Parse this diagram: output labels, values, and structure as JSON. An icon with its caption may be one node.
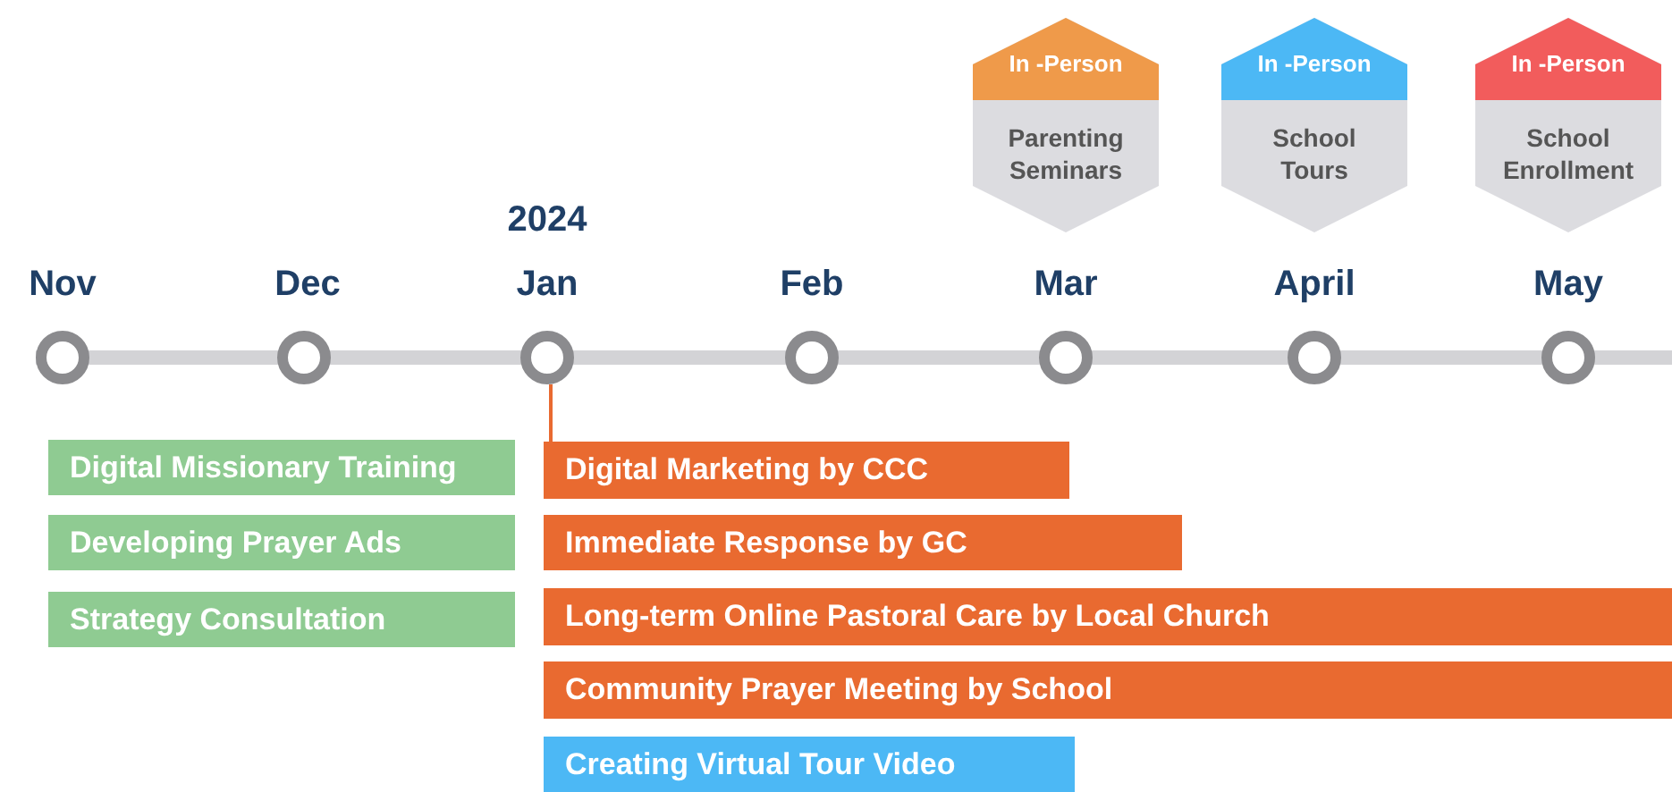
{
  "diagram": {
    "nodes": [
      {
        "text": [
          "In -Person",
          "Parenting Seminars"
        ]
      },
      {
        "text": [
          "In -Person",
          "School Tours"
        ]
      },
      {
        "text": [
          "In -Person",
          "School Enrollment"
        ]
      },
      {
        "text": [],
        "shape": "circle"
      },
      {
        "text": [],
        "shape": "circle"
      },
      {
        "text": [],
        "shape": "circle"
      },
      {
        "text": [],
        "shape": "circle"
      },
      {
        "text": [],
        "shape": "circle"
      },
      {
        "text": [],
        "shape": "circle"
      },
      {
        "text": [],
        "shape": "circle"
      },
      {
        "text": [
          "Digital Missionary Training"
        ]
      },
      {
        "text": [
          "Developing Prayer Ads"
        ]
      },
      {
        "text": [
          "Strategy Consultation"
        ]
      },
      {
        "text": [
          "Digital Marketing by CCC"
        ]
      },
      {
        "text": [
          "Immediate Response by GC"
        ]
      },
      {
        "text": [
          "Long-term Online Pastoral Care by Local Church"
        ]
      },
      {
        "text": [
          "Community Prayer Meeting by School"
        ]
      },
      {
        "text": [
          "Creating Virtual Tour Video"
        ]
      }
    ],
    "edges": [
      {
        "from": 5,
        "to": 13,
        "arrow": "none",
        "color": "#e96a30"
      }
    ],
    "labels": [
      "2024",
      "Nov",
      "Dec",
      "Jan",
      "Feb",
      "Mar",
      "April",
      "May"
    ]
  }
}
